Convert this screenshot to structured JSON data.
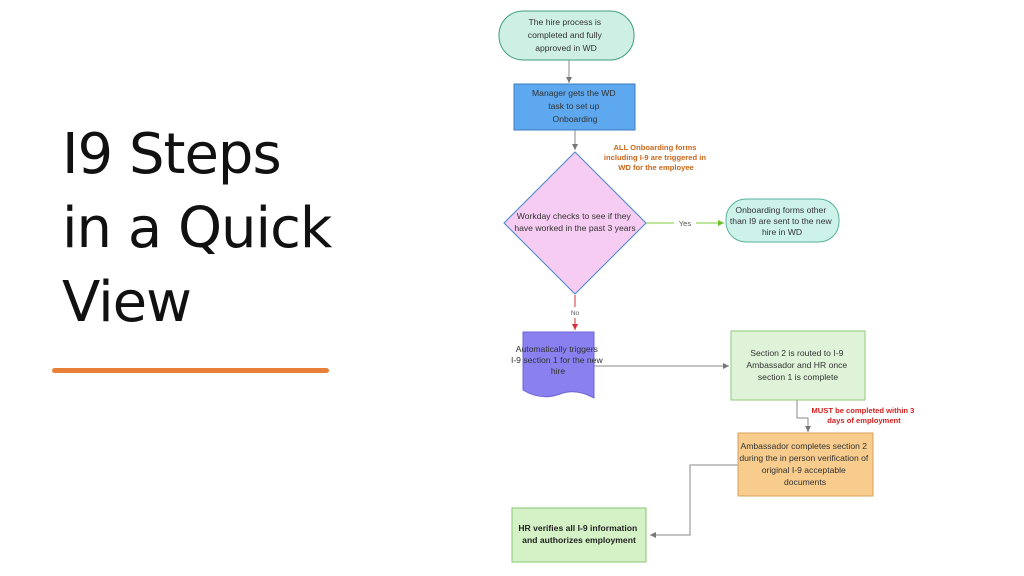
{
  "slide": {
    "title_lines": [
      "I9 Steps",
      "in a Quick",
      "View"
    ]
  },
  "flowchart": {
    "nodes": {
      "start": {
        "lines": [
          "The hire process  is",
          "completed and fully",
          "approved  in WD"
        ]
      },
      "manager": {
        "lines": [
          "Manager gets the WD",
          "task to set up",
          "Onboarding"
        ]
      },
      "decision": {
        "lines": [
          "Workday checks to see if they",
          "have worked in the past 3 years"
        ]
      },
      "other_forms": {
        "lines": [
          "Onboarding forms other",
          "than I9 are sent to the new",
          "hire in WD"
        ]
      },
      "triggers": {
        "lines": [
          "Automatically triggers",
          "I-9 section 1 for the new",
          "hire"
        ]
      },
      "section2": {
        "lines": [
          "Section 2 is routed to I-9",
          "Ambassador and HR once",
          "section 1 is complete"
        ]
      },
      "ambassador": {
        "lines": [
          "Ambassador completes section 2",
          "during the in person verification of",
          "original  I-9 acceptable",
          "documents"
        ]
      },
      "hr": {
        "lines": [
          "HR verifies all I-9 information",
          "and authorizes employment"
        ]
      }
    },
    "notes": {
      "onboarding": {
        "lines": [
          "ALL Onboarding forms",
          "including I-9 are triggered in",
          "WD for the employee"
        ]
      },
      "deadline": {
        "lines": [
          "MUST be completed within 3",
          "days of employment"
        ]
      }
    },
    "edge_labels": {
      "yes": "Yes",
      "no": "No"
    }
  },
  "colors": {
    "accent_line": "#E9803A",
    "start_fill": "#CDEFE4",
    "start_stroke": "#3F9E7F",
    "manager_fill": "#5DA8EF",
    "decision_fill": "#F6CCF2",
    "decision_stroke": "#4A86C8",
    "other_fill": "#CDF2EA",
    "triggers_fill": "#8A80F0",
    "section2_fill": "#DFF3D8",
    "ambassador_fill": "#F7CC8D",
    "hr_fill": "#D5F2C6",
    "note_orange": "#C9661A",
    "note_red": "#D11F1F",
    "arrow_yes": "#7DCB3A",
    "arrow_no": "#D5303A",
    "arrow_default": "#888888"
  }
}
